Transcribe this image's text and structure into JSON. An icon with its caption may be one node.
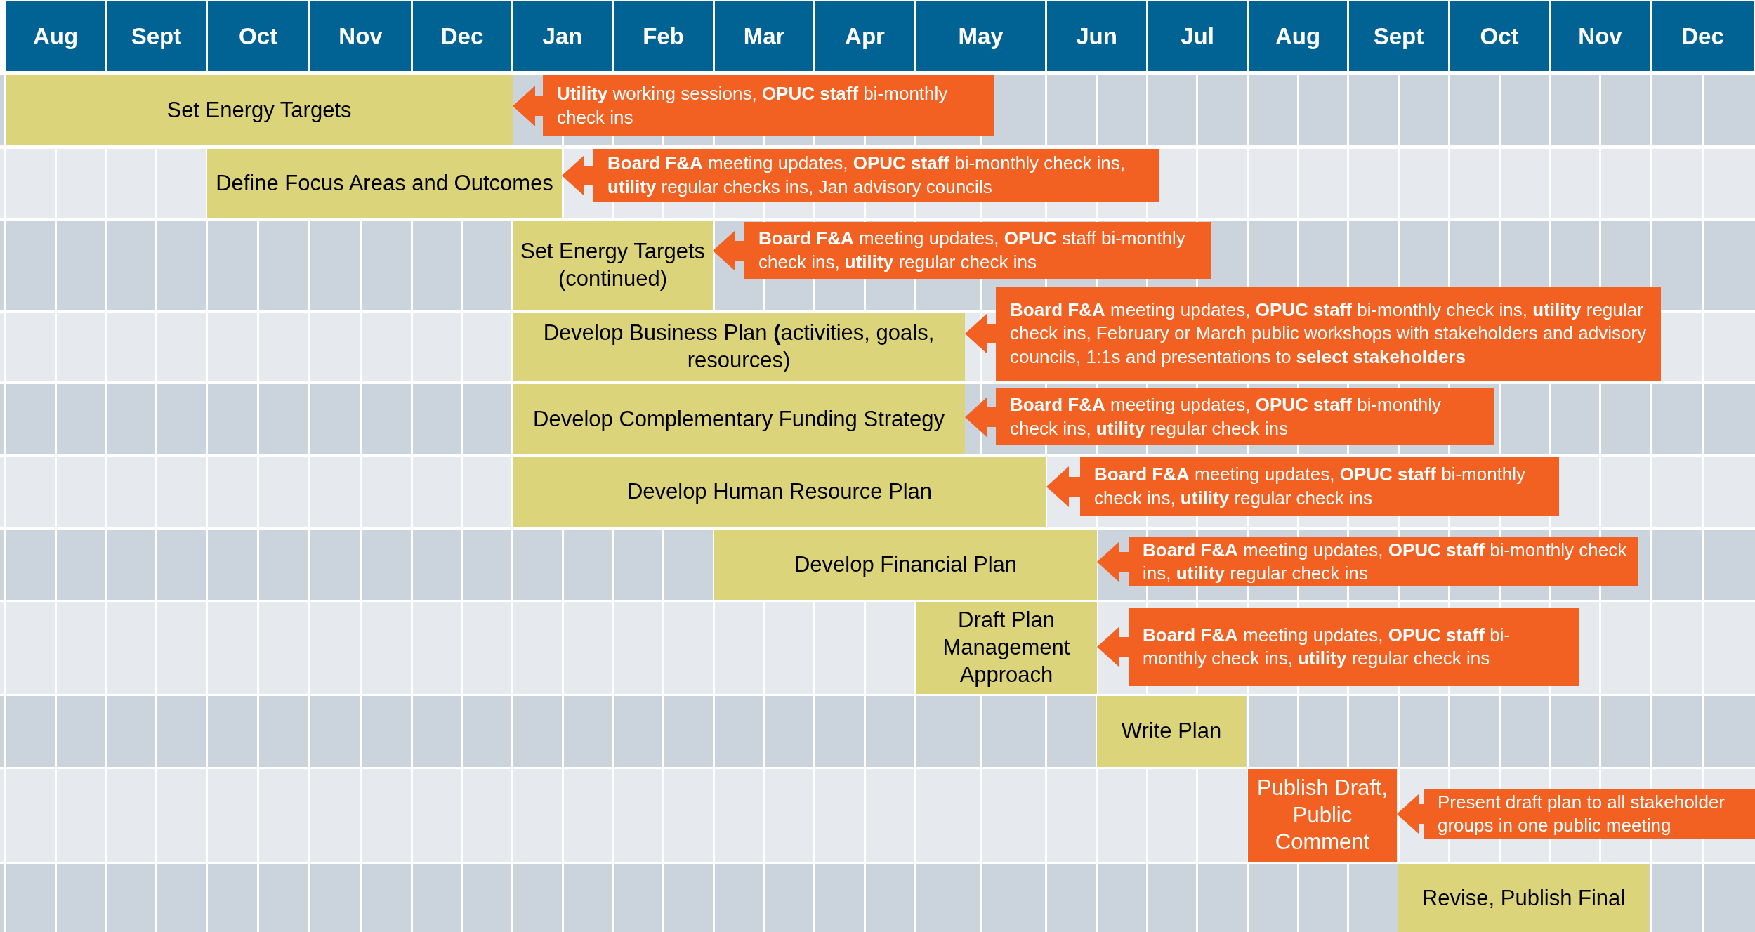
{
  "diagram": {
    "nodes": [
      {
        "text": [
          "Set Energy Targets"
        ]
      },
      {
        "text": [
          "**Utility** working sessions, **OPUC staff** bi-monthly check ins"
        ]
      },
      {
        "text": [
          "Define Focus Areas and Outcomes"
        ]
      },
      {
        "text": [
          "**Board F&A** meeting updates, **OPUC staff** bi-monthly check ins, **utility** regular checks ins, Jan advisory councils"
        ]
      },
      {
        "text": [
          "Set Energy Targets (continued)"
        ]
      },
      {
        "text": [
          "**Board F&A** meeting updates, **OPUC** staff bi-monthly check ins, **utility** regular check ins"
        ]
      },
      {
        "text": [
          "Develop Business Plan **(**activities, goals, resources)"
        ]
      },
      {
        "text": [
          "**Board F&A** meeting updates, **OPUC staff** bi-monthly check ins, **utility** regular check ins, February or March public workshops with stakeholders and advisory councils, 1:1s and presentations to **select stakeholders**"
        ]
      },
      {
        "text": [
          "Develop Complementary Funding Strategy"
        ]
      },
      {
        "text": [
          "**Board F&A** meeting updates, **OPUC staff** bi-monthly check ins, **utility** regular check ins"
        ]
      },
      {
        "text": [
          "Develop Human Resource Plan"
        ]
      },
      {
        "text": [
          "**Board F&A** meeting updates, **OPUC staff** bi-monthly check ins, **utility** regular check ins"
        ]
      },
      {
        "text": [
          "Develop Financial Plan"
        ]
      },
      {
        "text": [
          "**Board F&A** meeting updates, **OPUC staff** bi-monthly check ins, **utility** regular check ins"
        ]
      },
      {
        "text": [
          "Draft Plan Management Approach"
        ]
      },
      {
        "text": [
          "**Board F&A** meeting updates, **OPUC staff** bi-monthly check ins, **utility** regular check ins"
        ]
      },
      {
        "text": [
          "Write Plan"
        ]
      },
      {
        "text": [
          "Publish Draft, Public Comment"
        ]
      },
      {
        "text": [
          "Present draft plan to all stakeholder groups in one public meeting"
        ]
      },
      {
        "text": [
          "Revise, Publish Final"
        ]
      }
    ],
    "edges": [
      {
        "from": 1,
        "to": 0,
        "arrow": "to"
      },
      {
        "from": 3,
        "to": 2,
        "arrow": "to"
      },
      {
        "from": 5,
        "to": 4,
        "arrow": "to"
      },
      {
        "from": 7,
        "to": 6,
        "arrow": "to"
      },
      {
        "from": 9,
        "to": 8,
        "arrow": "to"
      },
      {
        "from": 11,
        "to": 10,
        "arrow": "to"
      },
      {
        "from": 13,
        "to": 12,
        "arrow": "to"
      },
      {
        "from": 15,
        "to": 14,
        "arrow": "to"
      },
      {
        "from": 18,
        "to": 17,
        "arrow": "to"
      }
    ],
    "labels": [
      "Aug",
      "Sept",
      "Oct",
      "Nov",
      "Dec",
      "Jan",
      "Feb",
      "Mar",
      "Apr",
      "May",
      "Jun",
      "Jul",
      "Aug",
      "Sept",
      "Oct",
      "Nov",
      "Dec"
    ]
  }
}
